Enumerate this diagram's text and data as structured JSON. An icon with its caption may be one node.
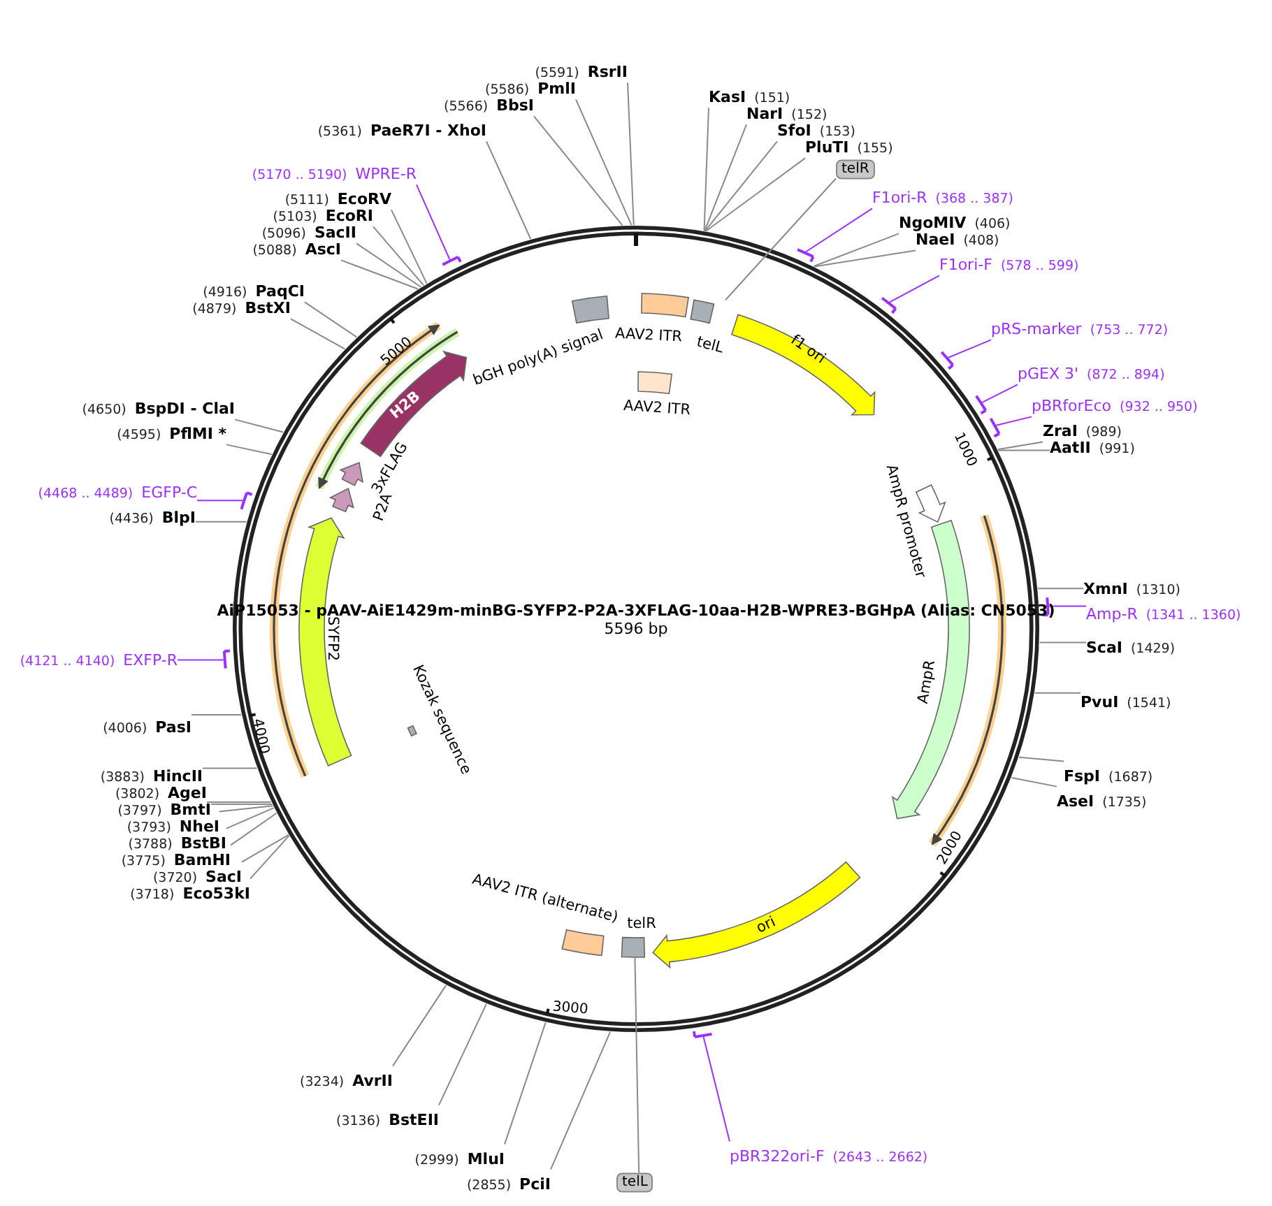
{
  "diagram": {
    "title": "AiP15053 - pAAV-AiE1429m-minBG-SYFP2-P2A-3XFLAG-10aa-H2B-WPRE3-BGHpA (Alias: CN5053)",
    "nodes": [
      {
        "text": [
          "(5591)",
          "RsrII"
        ]
      },
      {
        "text": [
          "(5586)",
          "PmlI"
        ]
      },
      {
        "text": [
          "(5566)",
          "BbsI"
        ]
      },
      {
        "text": [
          "(5361)",
          "PaeR7I - XhoI"
        ]
      },
      {
        "text": [
          "(5170 .. 5190)",
          "WPRE-R"
        ]
      },
      {
        "text": [
          "(5111)",
          "EcoRV"
        ]
      },
      {
        "text": [
          "(5103)",
          "EcoRI"
        ]
      },
      {
        "text": [
          "(5096)",
          "SacII"
        ]
      },
      {
        "text": [
          "(5088)",
          "AscI"
        ]
      },
      {
        "text": [
          "(4916)",
          "PaqCI"
        ]
      },
      {
        "text": [
          "(4879)",
          "BstXI"
        ]
      },
      {
        "text": [
          "(4650)",
          "BspDI - ClaI"
        ]
      },
      {
        "text": [
          "(4595)",
          "PflMI *"
        ]
      },
      {
        "text": [
          "(4468 .. 4489)",
          "EGFP-C"
        ]
      },
      {
        "text": [
          "(4436)",
          "BlpI"
        ]
      },
      {
        "text": [
          "(4121 .. 4140)",
          "EXFP-R"
        ]
      },
      {
        "text": [
          "(4006)",
          "PasI"
        ]
      },
      {
        "text": [
          "(3883)",
          "HincII"
        ]
      },
      {
        "text": [
          "(3802)",
          "AgeI"
        ]
      },
      {
        "text": [
          "(3797)",
          "BmtI"
        ]
      },
      {
        "text": [
          "(3793)",
          "NheI"
        ]
      },
      {
        "text": [
          "(3788)",
          "BstBI"
        ]
      },
      {
        "text": [
          "(3775)",
          "BamHI"
        ]
      },
      {
        "text": [
          "(3720)",
          "SacI"
        ]
      },
      {
        "text": [
          "(3718)",
          "Eco53kI"
        ]
      },
      {
        "text": [
          "(3234)",
          "AvrII"
        ]
      },
      {
        "text": [
          "(3136)",
          "BstEII"
        ]
      },
      {
        "text": [
          "(2999)",
          "MluI"
        ]
      },
      {
        "text": [
          "(2855)",
          "PciI"
        ]
      },
      {
        "text": [
          "telL"
        ]
      },
      {
        "text": [
          "pBR322ori-F",
          "(2643 .. 2662)"
        ]
      },
      {
        "text": [
          "AseI",
          "(1735)"
        ]
      },
      {
        "text": [
          "FspI",
          "(1687)"
        ]
      },
      {
        "text": [
          "PvuI",
          "(1541)"
        ]
      },
      {
        "text": [
          "ScaI",
          "(1429)"
        ]
      },
      {
        "text": [
          "Amp-R",
          "(1341 .. 1360)"
        ]
      },
      {
        "text": [
          "XmnI",
          "(1310)"
        ]
      },
      {
        "text": [
          "AatII",
          "(991)"
        ]
      },
      {
        "text": [
          "ZraI",
          "(989)"
        ]
      },
      {
        "text": [
          "pBRforEco",
          "(932 .. 950)"
        ]
      },
      {
        "text": [
          "pGEX 3'",
          "(872 .. 894)"
        ]
      },
      {
        "text": [
          "pRS-marker",
          "(753 .. 772)"
        ]
      },
      {
        "text": [
          "F1ori-F",
          "(578 .. 599)"
        ]
      },
      {
        "text": [
          "NaeI",
          "(408)"
        ]
      },
      {
        "text": [
          "NgoMIV",
          "(406)"
        ]
      },
      {
        "text": [
          "F1ori-R",
          "(368 .. 387)"
        ]
      },
      {
        "text": [
          "telR"
        ]
      },
      {
        "text": [
          "PluTI",
          "(155)"
        ]
      },
      {
        "text": [
          "SfoI",
          "(153)"
        ]
      },
      {
        "text": [
          "NarI",
          "(152)"
        ]
      },
      {
        "text": [
          "KasI",
          "(151)"
        ]
      },
      {
        "text": [
          "f1 ori"
        ]
      },
      {
        "text": [
          "AmpR promoter"
        ]
      },
      {
        "text": [
          "AmpR"
        ]
      },
      {
        "text": [
          "ori"
        ]
      },
      {
        "text": [
          "AAV2 ITR (alternate)"
        ]
      },
      {
        "text": [
          "telR"
        ]
      },
      {
        "text": [
          "Kozak sequence"
        ]
      },
      {
        "text": [
          "SYFP2"
        ]
      },
      {
        "text": [
          "P2A"
        ]
      },
      {
        "text": [
          "3xFLAG"
        ]
      },
      {
        "text": [
          "H2B"
        ]
      },
      {
        "text": [
          "bGH poly(A) signal"
        ]
      },
      {
        "text": [
          "AAV2 ITR"
        ]
      },
      {
        "text": [
          "telL"
        ]
      },
      {
        "text": [
          "AAV2 ITR"
        ]
      }
    ],
    "edges": [
      {
        "from": 0,
        "to": null,
        "arrow": "none"
      },
      {
        "from": 1,
        "to": null,
        "arrow": "none"
      },
      {
        "from": 2,
        "to": null,
        "arrow": "none"
      },
      {
        "from": 3,
        "to": null,
        "arrow": "none"
      },
      {
        "from": 4,
        "to": null,
        "arrow": "none",
        "color": "#9b30ff"
      },
      {
        "from": 5,
        "to": null,
        "arrow": "none"
      },
      {
        "from": 6,
        "to": null,
        "arrow": "none"
      },
      {
        "from": 7,
        "to": null,
        "arrow": "none"
      },
      {
        "from": 8,
        "to": null,
        "arrow": "none"
      },
      {
        "from": 9,
        "to": null,
        "arrow": "none"
      },
      {
        "from": 10,
        "to": null,
        "arrow": "none"
      },
      {
        "from": 11,
        "to": null,
        "arrow": "none"
      },
      {
        "from": 12,
        "to": null,
        "arrow": "none"
      },
      {
        "from": 13,
        "to": null,
        "arrow": "none",
        "color": "#9b30ff"
      },
      {
        "from": 14,
        "to": null,
        "arrow": "none"
      },
      {
        "from": 15,
        "to": null,
        "arrow": "none",
        "color": "#9b30ff"
      },
      {
        "from": 16,
        "to": null,
        "arrow": "none"
      },
      {
        "from": 17,
        "to": null,
        "arrow": "none"
      },
      {
        "from": 18,
        "to": null,
        "arrow": "none"
      },
      {
        "from": 19,
        "to": null,
        "arrow": "none"
      },
      {
        "from": 20,
        "to": null,
        "arrow": "none"
      },
      {
        "from": 21,
        "to": null,
        "arrow": "none"
      },
      {
        "from": 22,
        "to": null,
        "arrow": "none"
      },
      {
        "from": 23,
        "to": null,
        "arrow": "none"
      },
      {
        "from": 24,
        "to": null,
        "arrow": "none"
      },
      {
        "from": 25,
        "to": null,
        "arrow": "none"
      },
      {
        "from": 26,
        "to": null,
        "arrow": "none"
      },
      {
        "from": 27,
        "to": null,
        "arrow": "none"
      },
      {
        "from": 28,
        "to": null,
        "arrow": "none"
      },
      {
        "from": 29,
        "to": 56,
        "arrow": "none"
      },
      {
        "from": 30,
        "to": null,
        "arrow": "none",
        "color": "#9b30ff"
      },
      {
        "from": 31,
        "to": null,
        "arrow": "none"
      },
      {
        "from": 32,
        "to": null,
        "arrow": "none"
      },
      {
        "from": 33,
        "to": null,
        "arrow": "none"
      },
      {
        "from": 34,
        "to": null,
        "arrow": "none"
      },
      {
        "from": 35,
        "to": null,
        "arrow": "none",
        "color": "#9b30ff"
      },
      {
        "from": 36,
        "to": null,
        "arrow": "none"
      },
      {
        "from": 37,
        "to": null,
        "arrow": "none"
      },
      {
        "from": 38,
        "to": null,
        "arrow": "none"
      },
      {
        "from": 39,
        "to": null,
        "arrow": "none",
        "color": "#9b30ff"
      },
      {
        "from": 40,
        "to": null,
        "arrow": "none",
        "color": "#9b30ff"
      },
      {
        "from": 41,
        "to": null,
        "arrow": "none",
        "color": "#9b30ff"
      },
      {
        "from": 42,
        "to": null,
        "arrow": "none",
        "color": "#9b30ff"
      },
      {
        "from": 43,
        "to": null,
        "arrow": "none"
      },
      {
        "from": 44,
        "to": null,
        "arrow": "none"
      },
      {
        "from": 45,
        "to": null,
        "arrow": "none",
        "color": "#9b30ff"
      },
      {
        "from": 46,
        "to": 64,
        "arrow": "none"
      },
      {
        "from": 47,
        "to": null,
        "arrow": "none"
      },
      {
        "from": 48,
        "to": null,
        "arrow": "none"
      },
      {
        "from": 49,
        "to": null,
        "arrow": "none"
      },
      {
        "from": 50,
        "to": null,
        "arrow": "none"
      }
    ],
    "labels": [
      "5000",
      "1000",
      "5596 bp",
      "4000",
      "2000",
      "3000"
    ]
  }
}
